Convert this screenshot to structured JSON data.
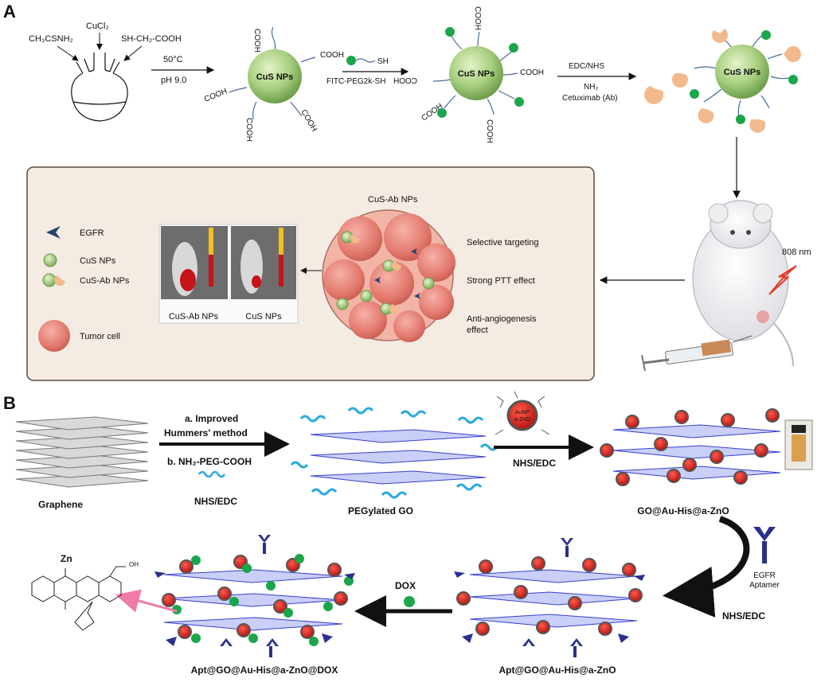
{
  "panel_a": {
    "letter": "A",
    "reagents": {
      "thioacetamide": "CH₃CSNH₂",
      "copper_chloride": "CuCl₂",
      "thioglycolic_acid": "SH-CH₂-COOH"
    },
    "step1": {
      "temperature": "50°C",
      "ph": "pH 9.0"
    },
    "step2": {
      "reagent_sh": "SH",
      "reagent": "FITC-PEG2k-SH"
    },
    "step3": {
      "reagent1": "EDC/NHS",
      "reagent2": "NH₂",
      "reagent3": "Cetuximab (Ab)"
    },
    "particle_label": "CuS NPs",
    "cooh": "COOH",
    "laser": "808 nm",
    "legend": {
      "egfr": "EGFR",
      "cus": "CuS NPs",
      "cus_ab": "CuS-Ab NPs",
      "tumor": "Tumor cell"
    },
    "images": {
      "left": "CuS-Ab NPs",
      "right": "CuS NPs"
    },
    "tumor_title": "CuS-Ab NPs",
    "effects": {
      "targeting": "Selective targeting",
      "ptt": "Strong PTT effect",
      "anti1": "Anti-angiogenesis",
      "anti2": "effect"
    }
  },
  "panel_b": {
    "letter": "B",
    "graphene": "Graphene",
    "step1": {
      "line1": "a. Improved",
      "line2": "Hummers' method",
      "line3": "b. NH₂-PEG-COOH",
      "below": "NHS/EDC"
    },
    "pegylated": "PEGylated GO",
    "step2": "NHS/EDC",
    "aunp_label1": "AuNP",
    "aunp_label2": "a-ZnO",
    "go_au": "GO@Au-His@a-ZnO",
    "egfr1": "EGFR",
    "egfr2": "Aptamer",
    "step3": "NHS/EDC",
    "apt_go": "Apt@GO@Au-His@a-ZnO",
    "dox": "DOX",
    "final": "Apt@GO@Au-His@a-ZnO@DOX",
    "zn": "Zn",
    "oh": "OH"
  }
}
